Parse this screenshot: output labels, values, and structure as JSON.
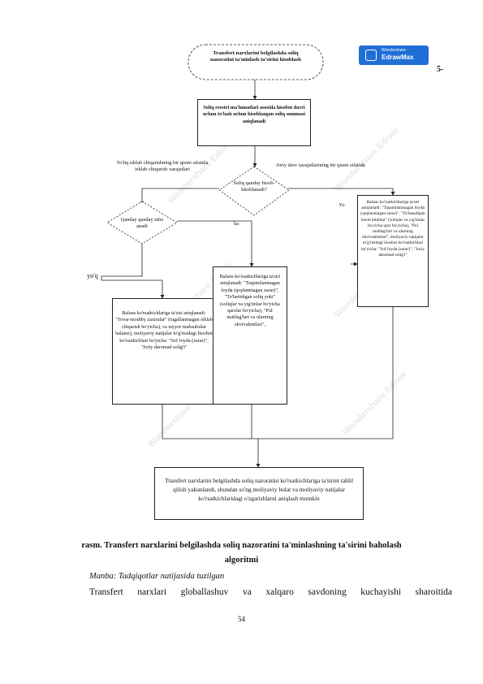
{
  "watermark": {
    "brand_line1": "Wondershare",
    "brand_line2": "EdrawMax",
    "repeat_text": "Wondershare Edraw"
  },
  "flow": {
    "start": "Transfert narxlarini belgilashda soliq nazoratini ta'minlash ta'sirini hisoblash",
    "step1": "Soliq reestri ma'lumotlari asosida hisobot davri uchun to'lash uchun hisoblangan soliq summasi aniqlanadi",
    "decision1": "Soliq qanday hisob-kitoblanadi?",
    "decision1_left": "To'liq ishlab chiqarishning bir qismi sifatida\nishlab chiqarish xarajatlari",
    "decision1_right": "Joriy davr xarajatlarining bir qismi sifatida",
    "decision2": "Qanday qanday tabo anadi",
    "label_yes": "ha",
    "label_no": "yo'q",
    "label_yo": "Yo",
    "box_left": "Balans ko'rsatkichlariga ta'siri aniqlanadi: \"Tovar-moddiy zaxiralar\" (tugallanmagan ishlab chiqarish bo'yicha), va tayyor mahsulotlar balansi), moliyaviy natijalar to'g'risidagi hisobot ko'rsatkichlari bo'yicha: \"Sof foyda (zarar)\", \"Joriy daromad solig'i\"",
    "box_mid": "Balans ko'rsatkichlariga ta'siri aniqlanadi: \"Taqsimlanmagan foyda (qoplanmagan zarar)\", \"To'lanishgan soliq yoki\" (soliqlar va yig'imlar bo'yicha qarzlar bo'yicha), \"Pul mablag'lari va ularning ekvivalentlari\",",
    "box_right": "Balans ko'rsatkichlariga ta'siri aniqlanadi: \"Taqsimlanmagan foyda (qoplanmagan zarar)\", \"To'lanadigan hisob kitoblar\" (soliqlar va yig'imlar bo'yicha qarz bo'yicha), \"Pul mablag'lari va ularning ekvivalentlari\", moliyaviy natijalar to'g'risidagi hisobot ko'rsatkichlari bo'yicha: \"Sof foyda (zarar)\", \"Joriy daromad solig'i\"",
    "end": "Transfert narxlarini belgilashda soliq nazoratini ko'rsatkichlariga ta'sirini tahlil qilish yakunlandi, shundan so'ng moliyaviy holat va moliyaviy natijalar ko'rsatkichlaridagi o'zgarishlarni aniqlash mumkin"
  },
  "figure_number": "5-",
  "caption_line1": "rasm. Transfert narxlarini belgilashda soliq nazoratini ta'minlashning ta'sirini baholash",
  "caption_line2": "algoritmi",
  "source": "Manba: Tadqiqotlar natijasida tuzilgan",
  "paragraph": "Transfert narxlari globallashuv va xalqaro savdoning kuchayishi sharoitida",
  "page_number": "54"
}
